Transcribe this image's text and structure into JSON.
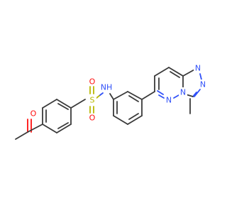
{
  "atoms": {
    "o_ketone": {
      "text": "O",
      "color": "#ff0d0d"
    },
    "s_sulfonyl": {
      "text": "S",
      "color": "#b8b800"
    },
    "o_top": {
      "text": "O",
      "color": "#ff0d0d"
    },
    "o_bottom": {
      "text": "O",
      "color": "#ff0d0d"
    },
    "nh_amide": {
      "text": "NH",
      "color": "#3050f8"
    },
    "n_triazole_1": {
      "text": "N",
      "color": "#3050f8"
    },
    "n_triazole_2": {
      "text": "N",
      "color": "#3050f8"
    },
    "n_pyridazine": {
      "text": "N",
      "color": "#3050f8"
    },
    "n_bridge": {
      "text": "N",
      "color": "#3050f8"
    }
  },
  "colors": {
    "bond": "#3a3a3a",
    "oxygen": "#ff0d0d",
    "sulfur": "#b8b800",
    "nitrogen": "#3050f8",
    "background": "#ffffff"
  }
}
